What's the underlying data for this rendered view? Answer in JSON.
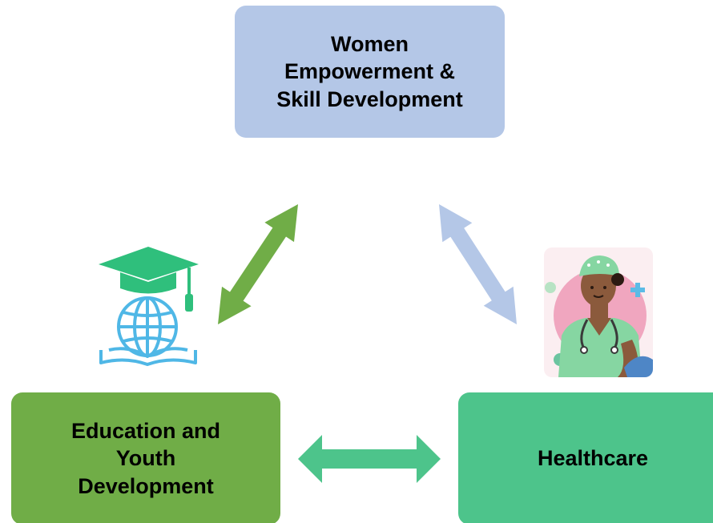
{
  "nodes": {
    "top": {
      "label": "Women\nEmpowerment &\nSkill Development",
      "color": "#b4c7e7"
    },
    "left": {
      "label": "Education and\nYouth\nDevelopment",
      "color": "#70ad47"
    },
    "right": {
      "label": "Healthcare",
      "color": "#4dc48b"
    }
  },
  "arrows": {
    "top_left": {
      "color": "#70ad47"
    },
    "top_right": {
      "color": "#b4c7e7"
    },
    "bottom": {
      "color": "#4dc48b"
    }
  },
  "icons": {
    "education": "graduation-cap-globe-book-icon",
    "healthcare": "nurse-illustration-icon"
  }
}
